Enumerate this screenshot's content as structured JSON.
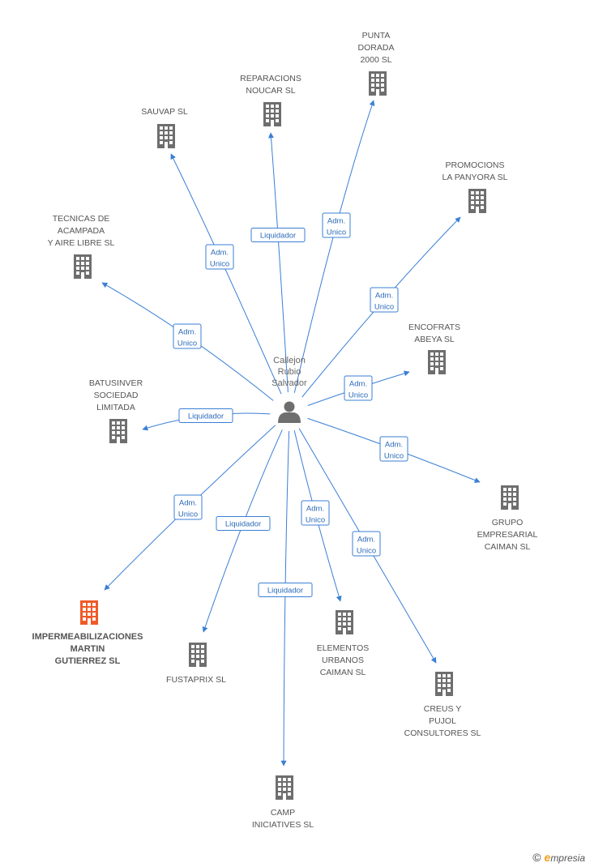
{
  "center": {
    "name_lines": [
      "Callejon",
      "Rubio",
      "Salvador"
    ],
    "icon": "person-icon"
  },
  "nodes": [
    {
      "id": "punta-dorada",
      "label_lines": [
        "PUNTA",
        "DORADA",
        "2000 SL"
      ],
      "role": "Adm.\nUnico",
      "highlight": false
    },
    {
      "id": "reparacions-noucar",
      "label_lines": [
        "REPARACIONS",
        "NOUCAR SL"
      ],
      "role": "Liquidador",
      "highlight": false
    },
    {
      "id": "sauvap",
      "label_lines": [
        "SAUVAP SL"
      ],
      "role": "Adm.\nUnico",
      "highlight": false
    },
    {
      "id": "promocions-panyora",
      "label_lines": [
        "PROMOCIONS",
        "LA PANYORA SL"
      ],
      "role": "Adm.\nUnico",
      "highlight": false
    },
    {
      "id": "tecnicas-acampada",
      "label_lines": [
        "TECNICAS DE",
        "ACAMPADA",
        "Y AIRE LIBRE SL"
      ],
      "role": "Adm.\nUnico",
      "highlight": false
    },
    {
      "id": "encofrats-abeya",
      "label_lines": [
        "ENCOFRATS",
        "ABEYA SL"
      ],
      "role": "Adm.\nUnico",
      "highlight": false
    },
    {
      "id": "batusinver",
      "label_lines": [
        "BATUSINVER",
        "SOCIEDAD",
        "LIMITADA"
      ],
      "role": "Liquidador",
      "highlight": false
    },
    {
      "id": "grupo-caiman",
      "label_lines": [
        "GRUPO",
        "EMPRESARIAL",
        "CAIMAN SL"
      ],
      "role": "Adm.\nUnico",
      "highlight": false
    },
    {
      "id": "impermeabilizaciones",
      "label_lines": [
        "IMPERMEABILIZACIONES",
        "MARTIN",
        "GUTIERREZ SL"
      ],
      "role": "Adm.\nUnico",
      "highlight": true
    },
    {
      "id": "fustaprix",
      "label_lines": [
        "FUSTAPRIX SL"
      ],
      "role": "Liquidador",
      "highlight": false
    },
    {
      "id": "elementos-urbanos",
      "label_lines": [
        "ELEMENTOS",
        "URBANOS",
        "CAIMAN SL"
      ],
      "role": "Adm.\nUnico",
      "highlight": false
    },
    {
      "id": "creus-pujol",
      "label_lines": [
        "CREUS Y",
        "PUJOL",
        "CONSULTORES SL"
      ],
      "role": "Adm.\nUnico",
      "highlight": false
    },
    {
      "id": "camp-iniciatives",
      "label_lines": [
        "CAMP",
        "INICIATIVES SL"
      ],
      "role": "Liquidador",
      "highlight": false
    }
  ],
  "colors": {
    "edge": "#3a7fd5",
    "building": "#6e6e6e",
    "building_highlight": "#f05a28",
    "label_border": "#3a7fd5"
  },
  "footer": {
    "copyright": "©",
    "brand_initial": "e",
    "brand_rest": "mpresia"
  }
}
